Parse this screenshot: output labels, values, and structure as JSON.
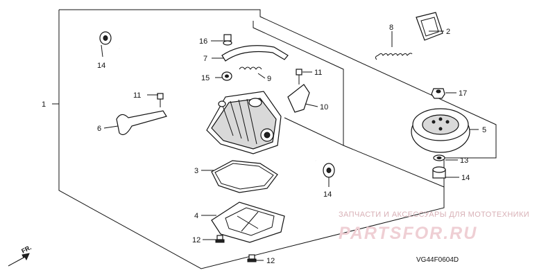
{
  "parts": [
    {
      "id": "label-1",
      "text": "1"
    },
    {
      "id": "label-2",
      "text": "2"
    },
    {
      "id": "label-3",
      "text": "3"
    },
    {
      "id": "label-4",
      "text": "4"
    },
    {
      "id": "label-5",
      "text": "5"
    },
    {
      "id": "label-6",
      "text": "6"
    },
    {
      "id": "label-7",
      "text": "7"
    },
    {
      "id": "label-8",
      "text": "8"
    },
    {
      "id": "label-9",
      "text": "9"
    },
    {
      "id": "label-10",
      "text": "10"
    },
    {
      "id": "label-11a",
      "text": "11"
    },
    {
      "id": "label-11b",
      "text": "11"
    },
    {
      "id": "label-12a",
      "text": "12"
    },
    {
      "id": "label-12b",
      "text": "12"
    },
    {
      "id": "label-13",
      "text": "13"
    },
    {
      "id": "label-14a",
      "text": "14"
    },
    {
      "id": "label-14b",
      "text": "14"
    },
    {
      "id": "label-14c",
      "text": "14"
    },
    {
      "id": "label-15",
      "text": "15"
    },
    {
      "id": "label-16",
      "text": "16"
    },
    {
      "id": "label-17",
      "text": "17"
    }
  ],
  "watermark": {
    "subtitle": "ЗАПЧАСТИ И АКСЕССУАРЫ ДЛЯ МОТОТЕХНИКИ",
    "brand": "PARTSFOR.RU"
  },
  "direction_label": "FR.",
  "diagram_code": "VG44F0604D"
}
